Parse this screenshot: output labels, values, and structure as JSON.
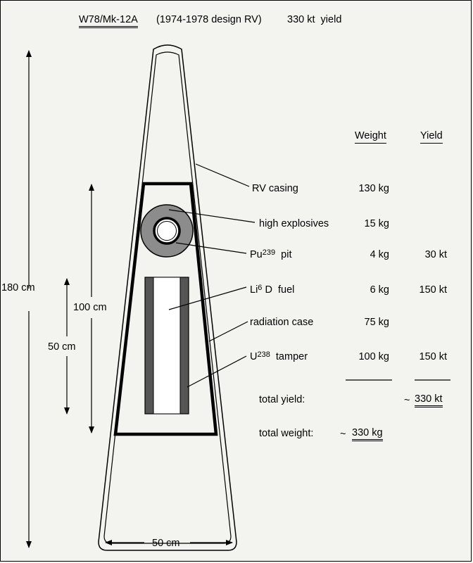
{
  "title": {
    "name": "W78/Mk-12A",
    "design": "(1974-1978 design RV)",
    "yield": "330 kt  yield"
  },
  "dimensions": {
    "height_total": "180 cm",
    "height_case": "100 cm",
    "height_fuel": "50 cm",
    "base_width": "50 cm"
  },
  "columns": {
    "weight": "Weight",
    "yield": "Yield"
  },
  "components": [
    {
      "name": "RV casing",
      "weight": "130 kg",
      "yield": ""
    },
    {
      "name": "high explosives",
      "weight": "15 kg",
      "yield": ""
    },
    {
      "name_main": "Pu",
      "name_sup": "239",
      "name_tail": "  pit",
      "weight": "4 kg",
      "yield": "30 kt"
    },
    {
      "name_main": "Li",
      "name_sup": "6",
      "name_tail": " D  fuel",
      "weight": "6 kg",
      "yield": "150 kt"
    },
    {
      "name": "radiation case",
      "weight": "75 kg",
      "yield": ""
    },
    {
      "name_main": "U",
      "name_sup": "238",
      "name_tail": "  tamper",
      "weight": "100 kg",
      "yield": "150 kt"
    }
  ],
  "totals": {
    "yield_label": "total yield:",
    "yield_approx": "~",
    "yield_value": "330 kt",
    "weight_label": "total weight:",
    "weight_approx": "~",
    "weight_value": "330 kg"
  },
  "colors": {
    "background": "#f3f3ef",
    "line": "#000000",
    "explosive": "#8c8c8c",
    "fuel": "#555555"
  }
}
